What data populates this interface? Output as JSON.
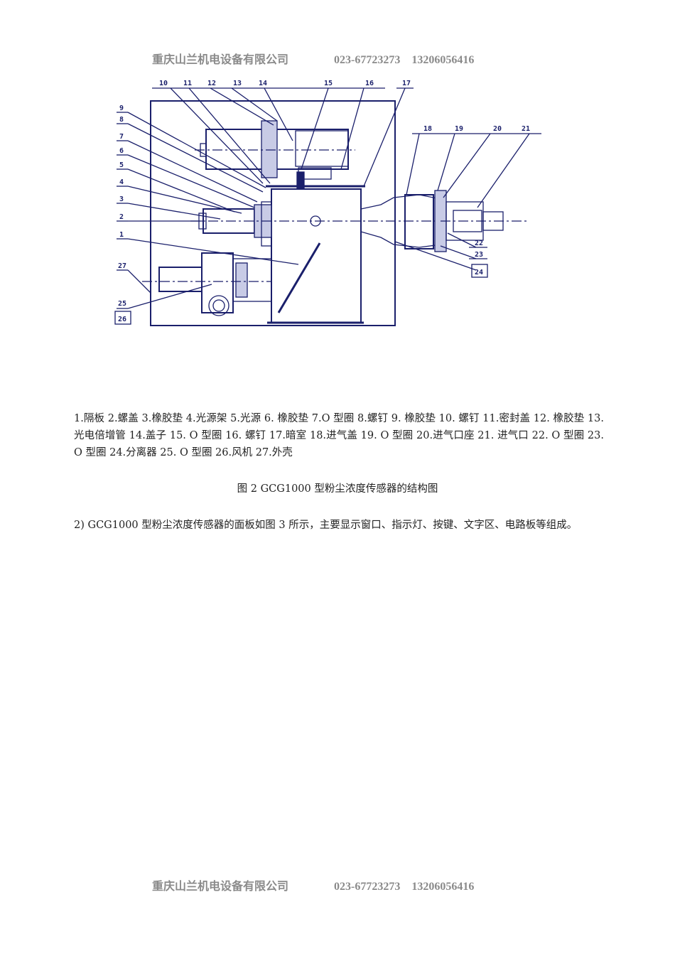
{
  "header": {
    "company": "重庆山兰机电设备有限公司",
    "phone1": "023-67723273",
    "phone2": "13206056416"
  },
  "footer": {
    "company": "重庆山兰机电设备有限公司",
    "phone1": "023-67723273",
    "phone2": "13206056416"
  },
  "drawing": {
    "callouts": [
      "1",
      "2",
      "3",
      "4",
      "5",
      "6",
      "7",
      "8",
      "9",
      "10",
      "11",
      "12",
      "13",
      "14",
      "15",
      "16",
      "17",
      "18",
      "19",
      "20",
      "21",
      "22",
      "23",
      "24",
      "25",
      "26",
      "27"
    ]
  },
  "legend": {
    "text": "1.隔板  2.螺盖  3.橡胶垫 4.光源架 5.光源 6. 橡胶垫 7.O 型圈 8.螺钉 9. 橡胶垫 10. 螺钉 11.密封盖 12. 橡胶垫 13.光电倍增管 14.盖子 15. O 型圈 16. 螺钉 17.暗室 18.进气盖 19. O 型圈 20.进气口座 21. 进气口 22. O 型圈 23. O 型圈 24.分离器 25. O 型圈 26.风机 27.外壳"
  },
  "caption": "图 2 GCG1000 型粉尘浓度传感器的结构图",
  "paragraph": "2) GCG1000 型粉尘浓度传感器的面板如图 3 所示，主要显示窗口、指示灯、按键、文字区、电路板等组成。",
  "colors": {
    "ink": "#1a1f6b",
    "header_gray": "#8a8a8a"
  }
}
